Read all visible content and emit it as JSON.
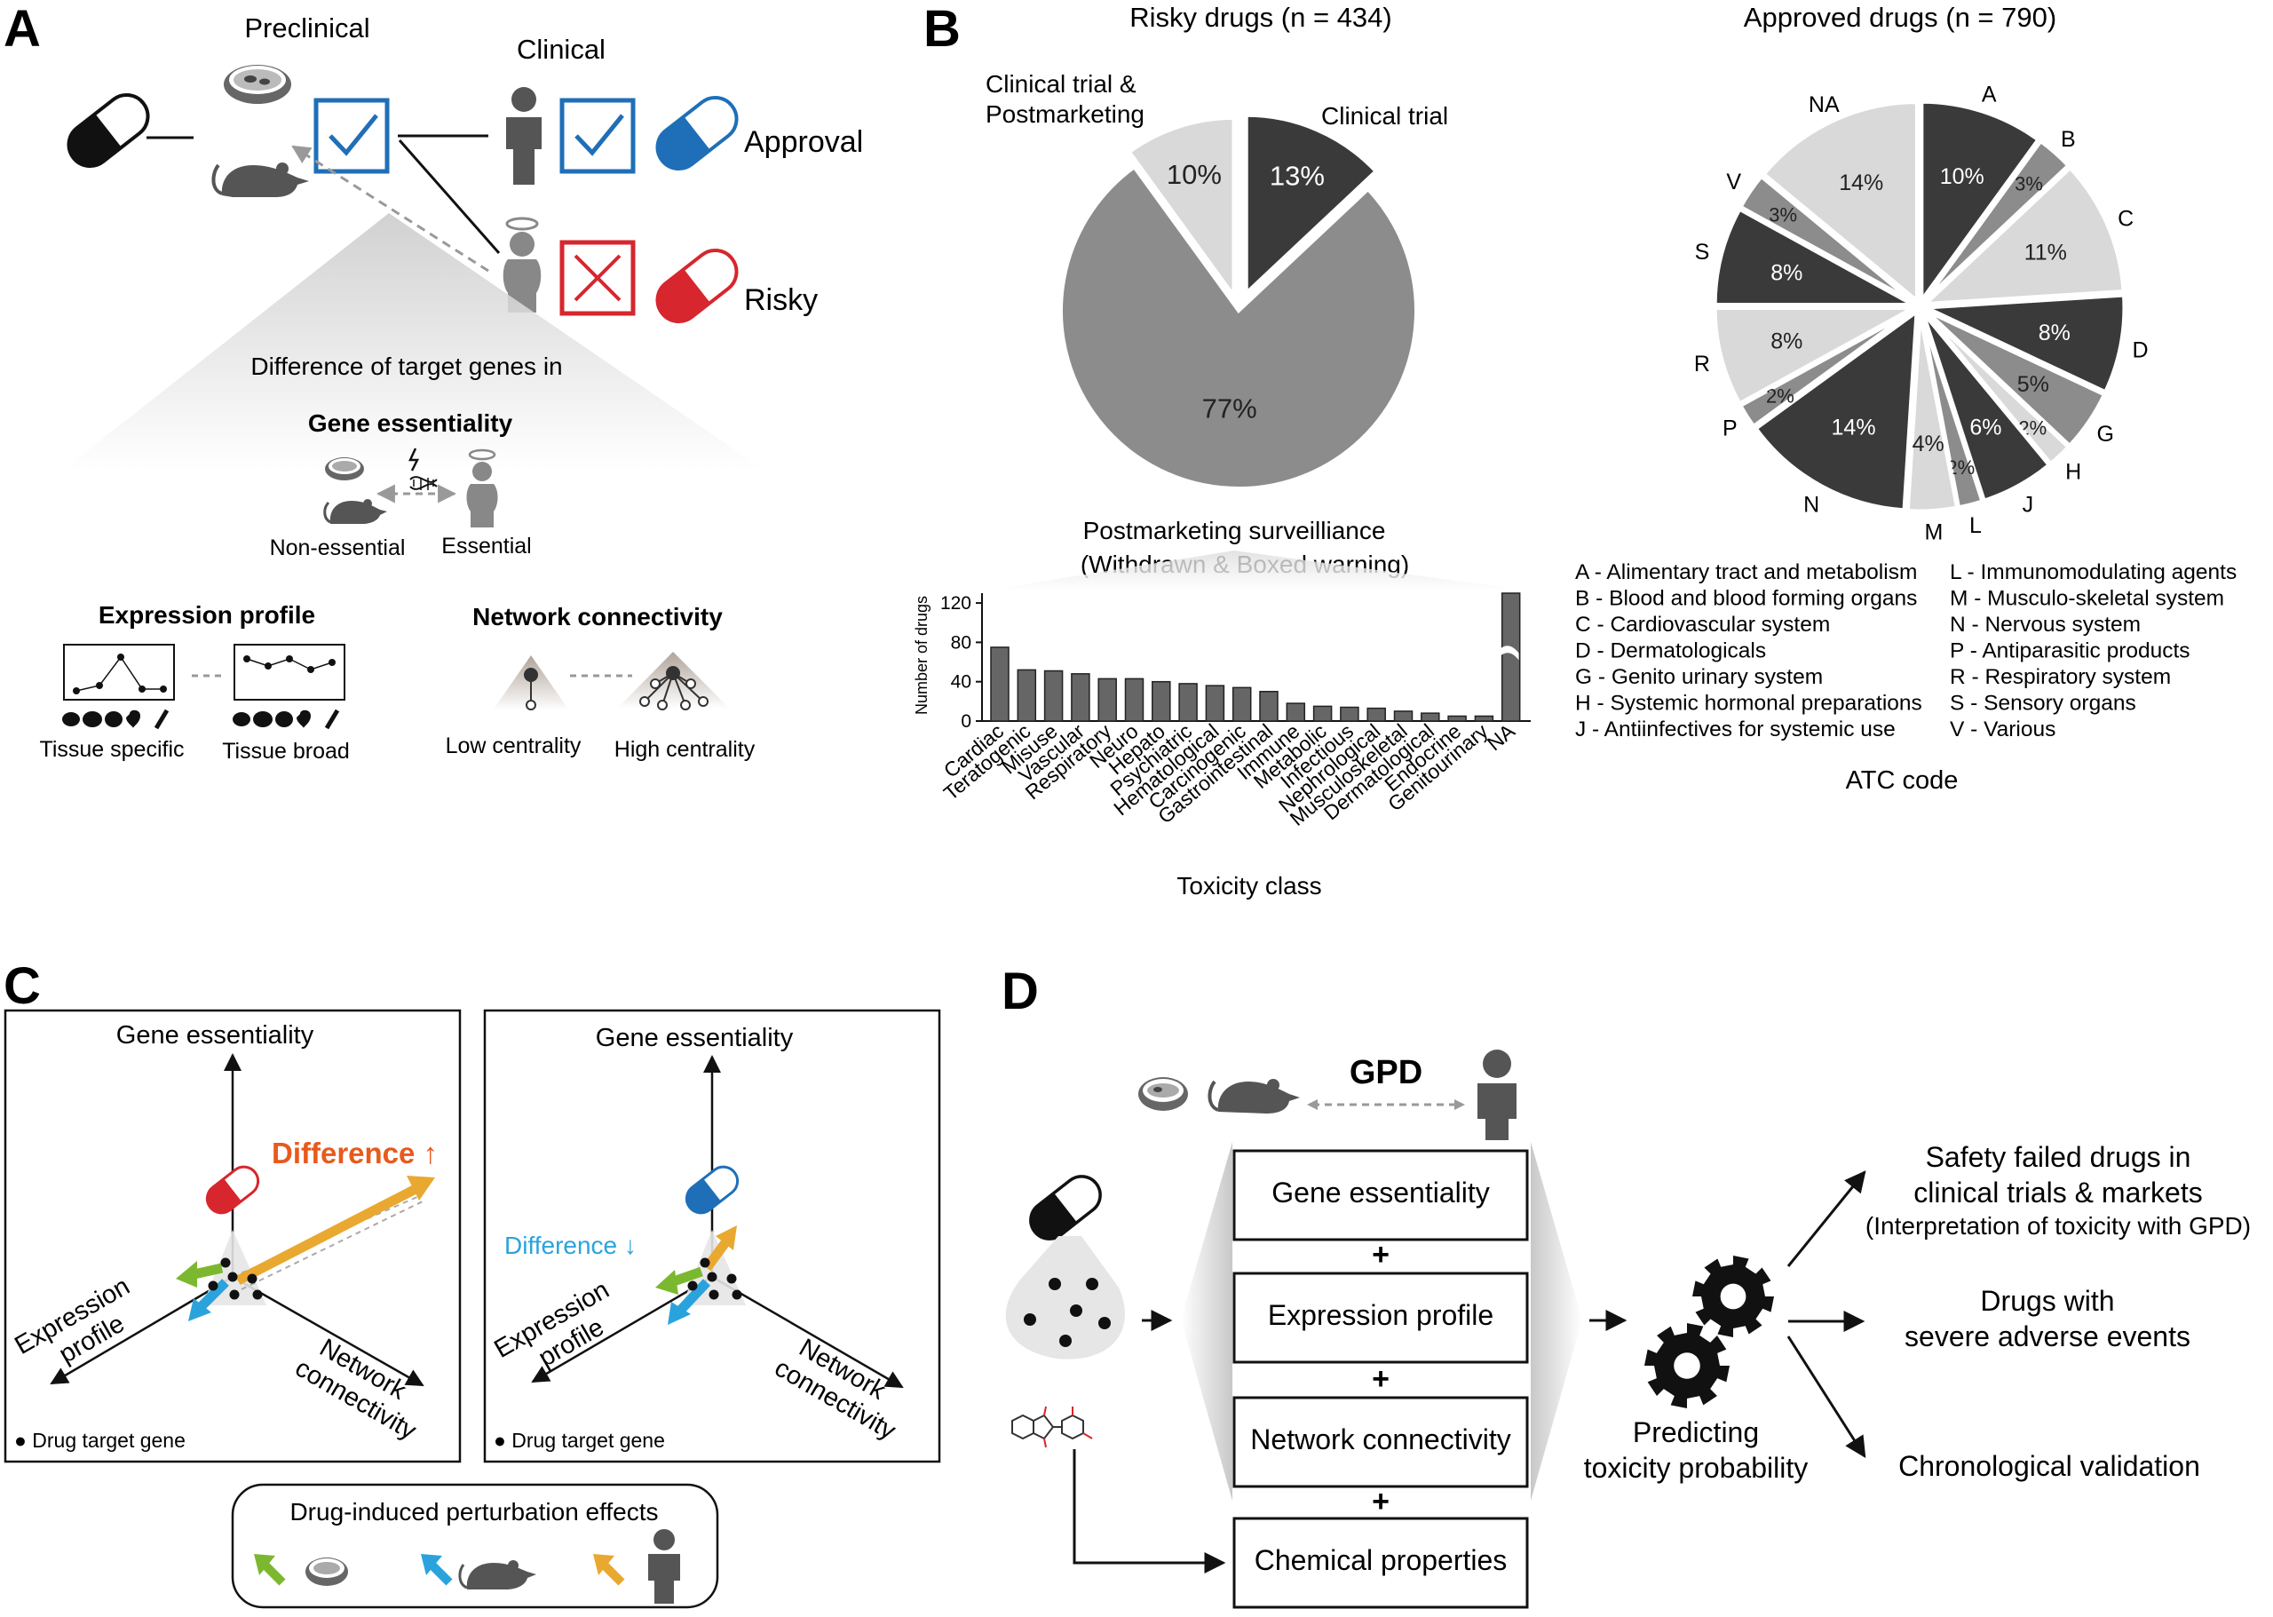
{
  "panel_a": {
    "letter": "A",
    "preclinical": "Preclinical",
    "clinical": "Clinical",
    "approval": "Approval",
    "risky": "Risky",
    "difference": "Difference of target genes in",
    "gene_essentiality": "Gene essentiality",
    "non_essential": "Non-essential",
    "essential": "Essential",
    "expression_profile": "Expression profile",
    "network_connectivity": "Network connectivity",
    "tissue_specific": "Tissue specific",
    "tissue_broad": "Tissue broad",
    "low_centrality": "Low centrality",
    "high_centrality": "High centrality"
  },
  "panel_b": {
    "letter": "B",
    "risky_title": "Risky drugs (n = 434)",
    "approved_title": "Approved drugs (n = 790)",
    "label_ct_pm_1": "Clinical trial &",
    "label_ct_pm_2": "Postmarketing",
    "label_ct": "Clinical trial",
    "label_pm_1": "Postmarketing surveilliance",
    "label_pm_2": "(Withdrawn & Boxed warning)",
    "bar_ylabel": "Number of drugs",
    "bar_xlabel": "Toxicity class",
    "atc_title": "ATC code",
    "atc_legend_left": [
      "A - Alimentary tract and metabolism",
      "B - Blood and blood forming organs",
      "C - Cardiovascular system",
      "D - Dermatologicals",
      "G - Genito urinary system",
      "H - Systemic hormonal preparations",
      "J - Antiinfectives for systemic use"
    ],
    "atc_legend_right": [
      "L - Immunomodulating agents",
      "M - Musculo-skeletal system",
      "N - Nervous system",
      "P - Antiparasitic products",
      "R - Respiratory system",
      "S - Sensory organs",
      "V - Various"
    ]
  },
  "chart_data": [
    {
      "type": "pie",
      "title": "Risky drugs (n = 434)",
      "labels": [
        "Clinical trial",
        "Postmarketing surveilliance (Withdrawn & Boxed warning)",
        "Clinical trial & Postmarketing"
      ],
      "values": [
        13,
        77,
        10
      ],
      "value_labels": [
        "13%",
        "77%",
        "10%"
      ],
      "colors": [
        "#3a3a3a",
        "#8c8c8c",
        "#d9d9d9"
      ]
    },
    {
      "type": "bar",
      "xlabel": "Toxicity class",
      "ylabel": "Number of drugs",
      "yticks": [
        0,
        40,
        80,
        120
      ],
      "ylim": [
        0,
        130
      ],
      "axis_break": true,
      "categories": [
        "Cardiac",
        "Teratogenic",
        "Misuse",
        "Vascular",
        "Respiratory",
        "Neuro",
        "Hepato",
        "Psychiatric",
        "Hematological",
        "Carcinogenic",
        "Gastrointestinal",
        "Immune",
        "Metabolic",
        "Infectious",
        "Nephrological",
        "Musculoskeletal",
        "Dermatological",
        "Endocrine",
        "Genitourinary",
        "NA"
      ],
      "values": [
        75,
        52,
        51,
        48,
        43,
        43,
        40,
        38,
        36,
        34,
        30,
        18,
        15,
        14,
        13,
        10,
        8,
        5,
        5,
        130
      ]
    },
    {
      "type": "pie",
      "title": "Approved drugs (n = 790)",
      "xlabel": "ATC code",
      "labels": [
        "A",
        "B",
        "C",
        "D",
        "G",
        "H",
        "J",
        "L",
        "M",
        "N",
        "P",
        "R",
        "S",
        "V",
        "NA"
      ],
      "values": [
        10,
        3,
        11,
        8,
        5,
        2,
        6,
        2,
        4,
        14,
        2,
        8,
        8,
        3,
        14
      ],
      "value_labels": [
        "10%",
        "3%",
        "11%",
        "8%",
        "5%",
        "2%",
        "6%",
        "2%",
        "4%",
        "14%",
        "2%",
        "8%",
        "8%",
        "3%",
        "14%"
      ],
      "colors": [
        "#3a3a3a",
        "#8c8c8c",
        "#d9d9d9",
        "#3a3a3a",
        "#8c8c8c",
        "#d9d9d9",
        "#3a3a3a",
        "#8c8c8c",
        "#d9d9d9",
        "#3a3a3a",
        "#8c8c8c",
        "#d9d9d9",
        "#3a3a3a",
        "#8c8c8c",
        "#d9d9d9"
      ]
    }
  ],
  "panel_c": {
    "letter": "C",
    "gene_essentiality": "Gene essentiality",
    "difference_up": "Difference ↑",
    "difference_down": "Difference ↓",
    "expression_1": "Expression",
    "expression_2": "profile",
    "network_1": "Network",
    "network_2": "connectivity",
    "drug_target": "● Drug target gene",
    "perturbation": "Drug-induced perturbation effects"
  },
  "panel_d": {
    "letter": "D",
    "gpd": "GPD",
    "box_gene": "Gene essentiality",
    "box_expression": "Expression profile",
    "box_network": "Network connectivity",
    "box_chemical": "Chemical properties",
    "plus": "+",
    "predicting_1": "Predicting",
    "predicting_2": "toxicity probability",
    "out1_1": "Safety failed drugs in",
    "out1_2": "clinical trials & markets",
    "out1_3": "(Interpretation of toxicity with GPD)",
    "out2_1": "Drugs with",
    "out2_2": "severe adverse events",
    "out3": "Chronological validation"
  },
  "colors": {
    "blue": "#1f6fb8",
    "red": "#d7262e",
    "orange": "#e85a1b",
    "light_blue": "#2aa3dc",
    "green": "#7cb82f",
    "gold": "#e9a830",
    "dark": "#3a3a3a",
    "mid": "#8c8c8c",
    "light": "#d9d9d9"
  }
}
